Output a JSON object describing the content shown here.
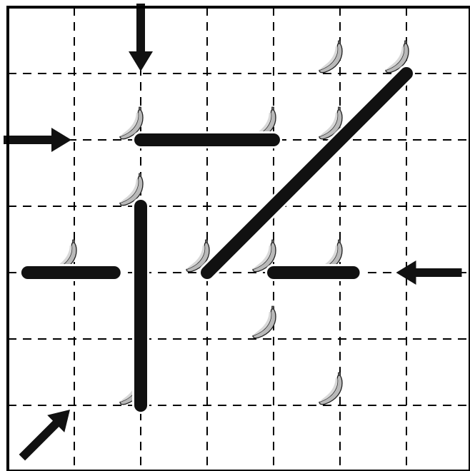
{
  "puzzle": {
    "grid": {
      "rows": 7,
      "cols": 7
    },
    "colors": {
      "background": "#ffffff",
      "gridline": "#000000",
      "stroke": "#111111",
      "banana_fill": "#c8c8c8",
      "banana_shadow": "#8a8a8a",
      "banana_outline": "#222222"
    },
    "bananas": [
      {
        "id": "banana-1",
        "row": 1,
        "col": 5
      },
      {
        "id": "banana-2",
        "row": 1,
        "col": 6
      },
      {
        "id": "banana-3",
        "row": 2,
        "col": 2
      },
      {
        "id": "banana-4",
        "row": 2,
        "col": 4
      },
      {
        "id": "banana-5",
        "row": 2,
        "col": 5
      },
      {
        "id": "banana-6",
        "row": 3,
        "col": 2
      },
      {
        "id": "banana-7",
        "row": 4,
        "col": 1
      },
      {
        "id": "banana-8",
        "row": 4,
        "col": 3
      },
      {
        "id": "banana-9",
        "row": 4,
        "col": 4
      },
      {
        "id": "banana-10",
        "row": 4,
        "col": 5
      },
      {
        "id": "banana-11",
        "row": 5,
        "col": 4
      },
      {
        "id": "banana-12",
        "row": 6,
        "col": 2
      },
      {
        "id": "banana-13",
        "row": 6,
        "col": 5
      }
    ],
    "strokes": [
      {
        "id": "stroke-row2",
        "from": [
          2,
          2
        ],
        "to": [
          2,
          4
        ]
      },
      {
        "id": "stroke-diagonal",
        "from": [
          4,
          3
        ],
        "to": [
          1,
          6
        ]
      },
      {
        "id": "stroke-col2",
        "from": [
          3,
          2
        ],
        "to": [
          6,
          2
        ]
      },
      {
        "id": "stroke-row4-left",
        "from": [
          4,
          0.3
        ],
        "to": [
          4,
          1.6
        ]
      },
      {
        "id": "stroke-row4-right",
        "from": [
          4,
          4
        ],
        "to": [
          4,
          5.2
        ]
      }
    ],
    "arrows": [
      {
        "id": "arrow-top",
        "direction": "down",
        "target": [
          1,
          2
        ]
      },
      {
        "id": "arrow-left",
        "direction": "right",
        "target": [
          2,
          1
        ]
      },
      {
        "id": "arrow-right",
        "direction": "left",
        "target": [
          4,
          5.5
        ]
      },
      {
        "id": "arrow-bottom-left",
        "direction": "up-right",
        "target": [
          6,
          1
        ]
      }
    ]
  }
}
